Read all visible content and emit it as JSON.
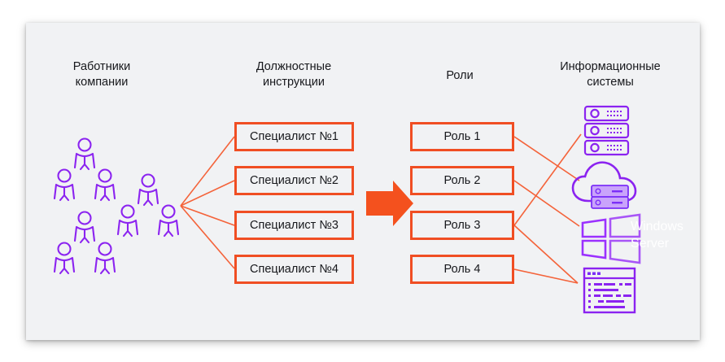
{
  "diagram": {
    "title_columns": [
      {
        "id": "employees",
        "label": "Работники\nкомпании"
      },
      {
        "id": "job-descriptions",
        "label": "Должностные\nинструкции"
      },
      {
        "id": "roles",
        "label": "Роли"
      },
      {
        "id": "information-systems",
        "label": "Информационные\nсистемы"
      }
    ],
    "specialists": [
      {
        "id": "specialist-1",
        "label": "Специалист №1"
      },
      {
        "id": "specialist-2",
        "label": "Специалист №2"
      },
      {
        "id": "specialist-3",
        "label": "Специалист №3"
      },
      {
        "id": "specialist-4",
        "label": "Специалист №4"
      }
    ],
    "roles": [
      {
        "id": "role-1",
        "label": "Роль 1"
      },
      {
        "id": "role-2",
        "label": "Роль 2"
      },
      {
        "id": "role-3",
        "label": "Роль 3"
      },
      {
        "id": "role-4",
        "label": "Роль 4"
      }
    ],
    "systems": [
      {
        "id": "server-stack",
        "icon": "server-stack-icon",
        "label": ""
      },
      {
        "id": "cloud-server",
        "icon": "cloud-server-icon",
        "label": ""
      },
      {
        "id": "windows-server",
        "icon": "windows-logo-icon",
        "label": "Windows\nServer"
      },
      {
        "id": "code-terminal",
        "icon": "code-window-icon",
        "label": ""
      }
    ],
    "people_groups": [
      {
        "id": "people-group-1",
        "count": 3
      },
      {
        "id": "people-group-2",
        "count": 3
      },
      {
        "id": "people-group-3",
        "count": 3
      }
    ],
    "flow_arrow": {
      "id": "process-arrow",
      "direction": "right"
    },
    "colors": {
      "accent_orange": "#f04e23",
      "icon_purple": "#8b23f0",
      "icon_violet": "#7b2ff7",
      "panel_bg": "#f1f2f4",
      "page_bg": "#ffffff",
      "text": "#17181c",
      "windows_label": "#ffffff"
    },
    "connections": {
      "people_to_specialists": [
        "specialist-1",
        "specialist-2",
        "specialist-3",
        "specialist-4"
      ],
      "roles_to_systems": [
        {
          "from": "role-1",
          "to": "cloud-server"
        },
        {
          "from": "role-2",
          "to": "windows-server"
        },
        {
          "from": "role-3",
          "to": "server-stack"
        },
        {
          "from": "role-3",
          "to": "code-terminal"
        },
        {
          "from": "role-4",
          "to": "code-terminal"
        }
      ]
    }
  }
}
